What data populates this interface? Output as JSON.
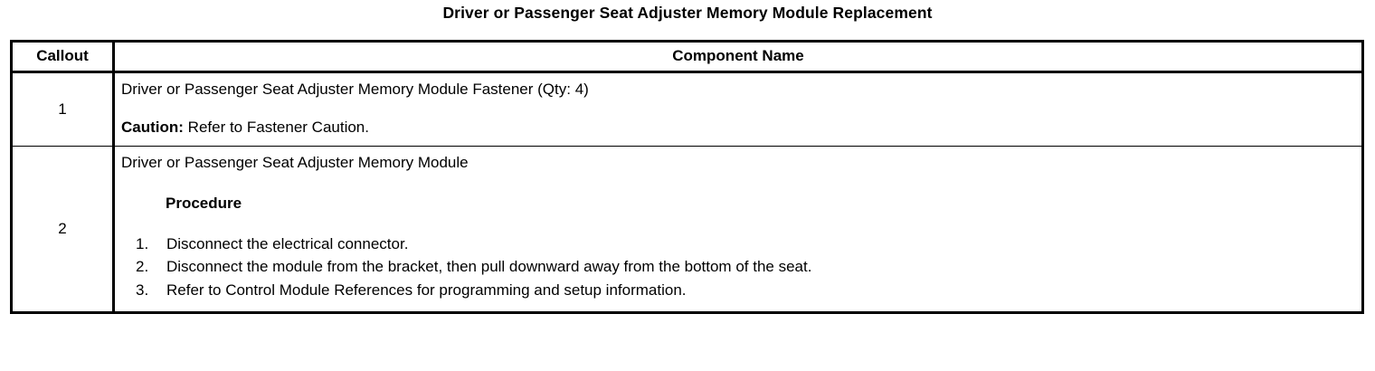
{
  "document": {
    "title": "Driver or Passenger Seat Adjuster Memory Module Replacement"
  },
  "table": {
    "headers": {
      "callout": "Callout",
      "component": "Component Name"
    },
    "rows": [
      {
        "callout": "1",
        "component_line_1": "Driver or Passenger Seat Adjuster Memory Module Fastener (Qty: 4)",
        "caution_label": "Caution:",
        "caution_text": " Refer to Fastener Caution."
      },
      {
        "callout": "2",
        "component_line_1": "Driver or Passenger Seat Adjuster Memory Module",
        "procedure_heading": "Procedure",
        "steps": [
          {
            "number": "1.",
            "text": "Disconnect the electrical connector."
          },
          {
            "number": "2.",
            "text": "Disconnect the module from the bracket, then pull downward away from the bottom of the seat."
          },
          {
            "number": "3.",
            "text": "Refer to Control Module References for programming and setup information."
          }
        ]
      }
    ]
  },
  "colors": {
    "border": "#000000",
    "text": "#000000",
    "background": "#ffffff"
  }
}
